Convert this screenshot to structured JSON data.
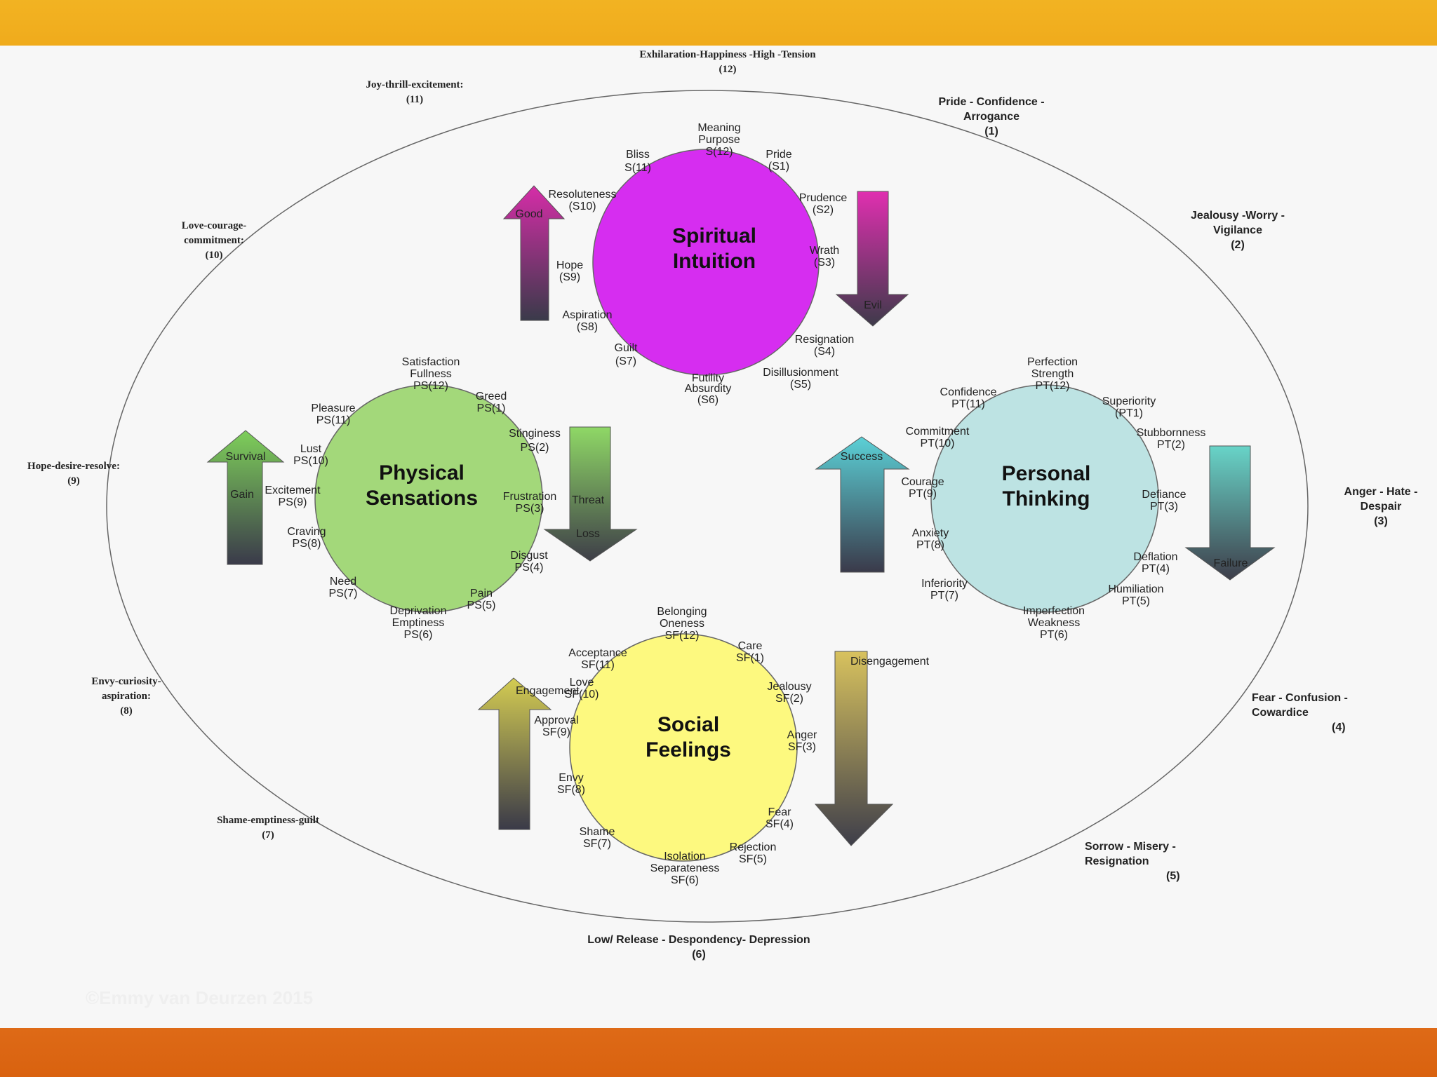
{
  "copyright": "©Emmy van Deurzen 2015",
  "outer_emotions": [
    {
      "lines": [
        "Exhilaration-Happiness -High -Tension",
        "(12)"
      ],
      "style": "serif"
    },
    {
      "lines": [
        "Pride - Confidence -",
        "Arrogance",
        "(1)"
      ],
      "style": "sans"
    },
    {
      "lines": [
        "Jealousy -Worry -",
        "Vigilance",
        "(2)"
      ],
      "style": "sans"
    },
    {
      "lines": [
        "Anger - Hate -",
        "Despair",
        "(3)"
      ],
      "style": "sans"
    },
    {
      "lines": [
        "Fear - Confusion -",
        "Cowardice",
        "(4)"
      ],
      "style": "sans"
    },
    {
      "lines": [
        "Sorrow - Misery -",
        "Resignation",
        "(5)"
      ],
      "style": "sans"
    },
    {
      "lines": [
        "Low/ Release - Despondency- Depression",
        "(6)"
      ],
      "style": "sans"
    },
    {
      "lines": [
        "Shame-emptiness-guilt",
        "(7)"
      ],
      "style": "serif"
    },
    {
      "lines": [
        "Envy-curiosity-",
        "aspiration:",
        "(8)"
      ],
      "style": "serif"
    },
    {
      "lines": [
        "Hope-desire-resolve:",
        "(9)"
      ],
      "style": "serif"
    },
    {
      "lines": [
        "Love-courage-",
        "commitment:",
        "(10)"
      ],
      "style": "serif"
    },
    {
      "lines": [
        "Joy-thrill-excitement:",
        "(11)"
      ],
      "style": "serif"
    }
  ],
  "circles": [
    {
      "title": [
        "Spiritual",
        "Intuition"
      ],
      "color": "#d62df0",
      "labels": [
        [
          "Meaning",
          "Purpose",
          "S(12)"
        ],
        [
          "Pride",
          "(S1)"
        ],
        [
          "Prudence",
          "(S2)"
        ],
        [
          "Wrath",
          "(S3)"
        ],
        [
          "Resignation",
          "(S4)"
        ],
        [
          "Disillusionment",
          "(S5)"
        ],
        [
          "Futility",
          "Absurdity",
          "(S6)"
        ],
        [
          "Guilt",
          "(S7)"
        ],
        [
          "Aspiration",
          "(S8)"
        ],
        [
          "Hope",
          "(S9)"
        ],
        [
          "Resoluteness",
          "(S10)"
        ],
        [
          "Bliss",
          "S(11)"
        ]
      ],
      "arrow_up": {
        "label": "Good",
        "color_top": "#d62da8",
        "color_bottom": "#3a3a4a"
      },
      "arrow_down": {
        "label": "Evil",
        "color_top": "#e02fb0",
        "color_bottom": "#3e3a4a"
      }
    },
    {
      "title": [
        "Physical",
        "Sensations"
      ],
      "color": "#a3d87a",
      "labels": [
        [
          "Satisfaction",
          "Fullness",
          "PS(12)"
        ],
        [
          "Greed",
          "PS(1)"
        ],
        [
          "Stinginess",
          "PS(2)"
        ],
        [
          "Frustration",
          "PS(3)"
        ],
        [
          "Disgust",
          "PS(4)"
        ],
        [
          "Pain",
          "PS(5)"
        ],
        [
          "Deprivation",
          "Emptiness",
          "PS(6)"
        ],
        [
          "Need",
          "PS(7)"
        ],
        [
          "Craving",
          "PS(8)"
        ],
        [
          "Excitement",
          "PS(9)"
        ],
        [
          "Lust",
          "PS(10)"
        ],
        [
          "Pleasure",
          "PS(11)"
        ]
      ],
      "arrow_up": {
        "labels": [
          "Survival",
          "Gain"
        ],
        "color_top": "#7ecf5a",
        "color_bottom": "#3a3a4a"
      },
      "arrow_down": {
        "labels": [
          "Threat",
          "Loss"
        ],
        "color_top": "#8fd866",
        "color_bottom": "#3e3e48"
      }
    },
    {
      "title": [
        "Personal",
        "Thinking"
      ],
      "color": "#bde3e3",
      "labels": [
        [
          "Perfection",
          "Strength",
          "PT(12)"
        ],
        [
          "Superiority",
          "(PT1)"
        ],
        [
          "Stubbornness",
          "PT(2)"
        ],
        [
          "Defiance",
          "PT(3)"
        ],
        [
          "Deflation",
          "PT(4)"
        ],
        [
          "Humiliation",
          "PT(5)"
        ],
        [
          "Imperfection",
          "Weakness",
          "PT(6)"
        ],
        [
          "Inferiority",
          "PT(7)"
        ],
        [
          "Anxiety",
          "PT(8)"
        ],
        [
          "Courage",
          "PT(9)"
        ],
        [
          "Commitment",
          "PT(10)"
        ],
        [
          "Confidence",
          "PT(11)"
        ]
      ],
      "arrow_up": {
        "label": "Success",
        "color_top": "#5bd0d6",
        "color_bottom": "#3a3a4a"
      },
      "arrow_down": {
        "label": "Failure",
        "color_top": "#68d4c8",
        "color_bottom": "#3e3e4a"
      }
    },
    {
      "title": [
        "Social",
        "Feelings"
      ],
      "color": "#fdf97f",
      "labels": [
        [
          "Belonging",
          "Oneness",
          "SF(12)"
        ],
        [
          "Care",
          "SF(1)"
        ],
        [
          "Jealousy",
          "SF(2)"
        ],
        [
          "Anger",
          "SF(3)"
        ],
        [
          "Fear",
          "SF(4)"
        ],
        [
          "Rejection",
          "SF(5)"
        ],
        [
          "Isolation",
          "Separateness",
          "SF(6)"
        ],
        [
          "Shame",
          "SF(7)"
        ],
        [
          "Envy",
          "SF(8)"
        ],
        [
          "Approval",
          "SF(9)"
        ],
        [
          "Love",
          "SF(10)"
        ],
        [
          "Acceptance",
          "SF(11)"
        ]
      ],
      "arrow_up": {
        "label": "Engagement",
        "color_top": "#d4cc52",
        "color_bottom": "#3a3a48"
      },
      "arrow_down": {
        "label": "Disengagement",
        "color_top": "#d8c25e",
        "color_bottom": "#3e3e4a"
      }
    }
  ]
}
